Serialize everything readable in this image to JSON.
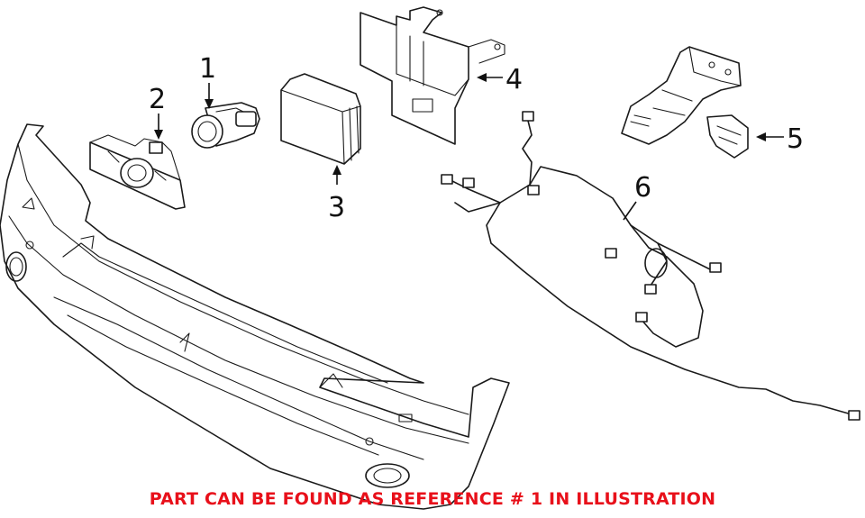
{
  "callouts": [
    {
      "id": "1",
      "label": "1"
    },
    {
      "id": "2",
      "label": "2"
    },
    {
      "id": "3",
      "label": "3"
    },
    {
      "id": "4",
      "label": "4"
    },
    {
      "id": "5",
      "label": "5"
    },
    {
      "id": "6",
      "label": "6"
    }
  ],
  "caption": {
    "text": "PART CAN BE FOUND AS REFERENCE # 1 IN ILLUSTRATION",
    "color": "#e8101a"
  }
}
